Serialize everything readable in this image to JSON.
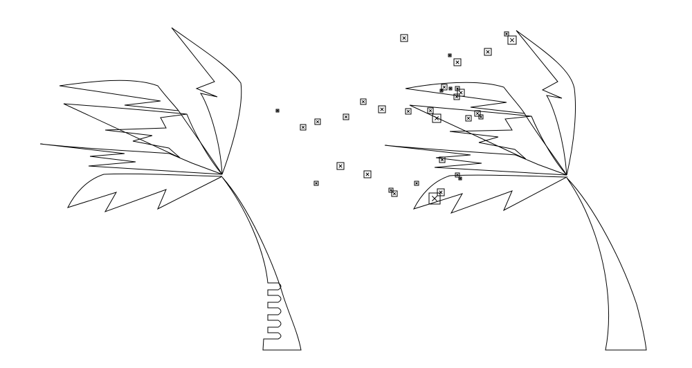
{
  "colors": {
    "background": "#ffffff",
    "stroke": "#000000"
  },
  "figures": [
    {
      "name": "left-palm-tree",
      "style": "intact"
    },
    {
      "name": "right-palm-tree",
      "style": "with-particle-markers"
    }
  ],
  "markers": {
    "shape": "square-with-x",
    "count": 44
  }
}
